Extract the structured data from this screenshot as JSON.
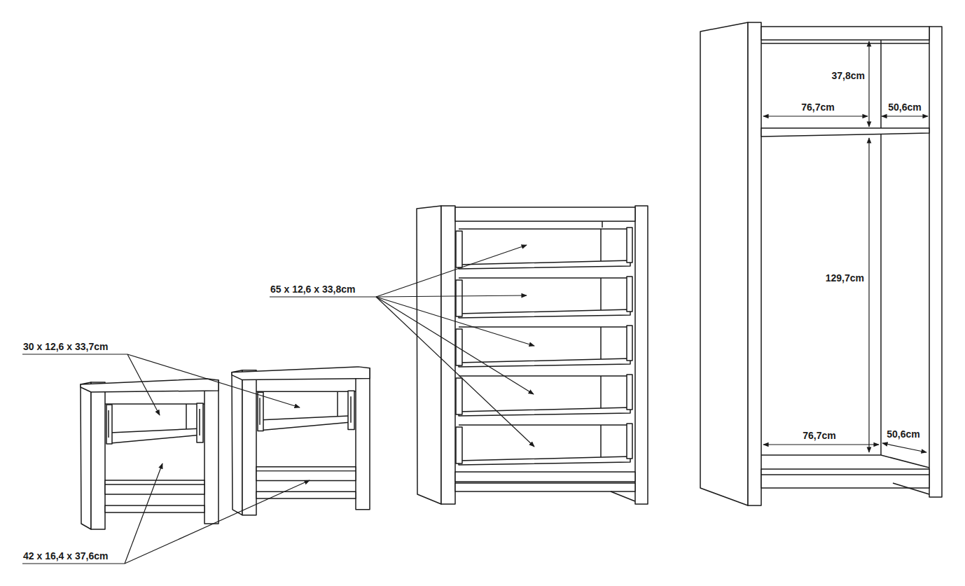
{
  "diagram": {
    "labels": [
      "37,8cm",
      "76,7cm",
      "50,6cm",
      "129,7cm",
      "65 x 12,6 x 33,8cm",
      "30 x 12,6 x 33,7cm",
      "76,7cm",
      "50,6cm",
      "42 x 16,4 x 37,6cm"
    ]
  }
}
